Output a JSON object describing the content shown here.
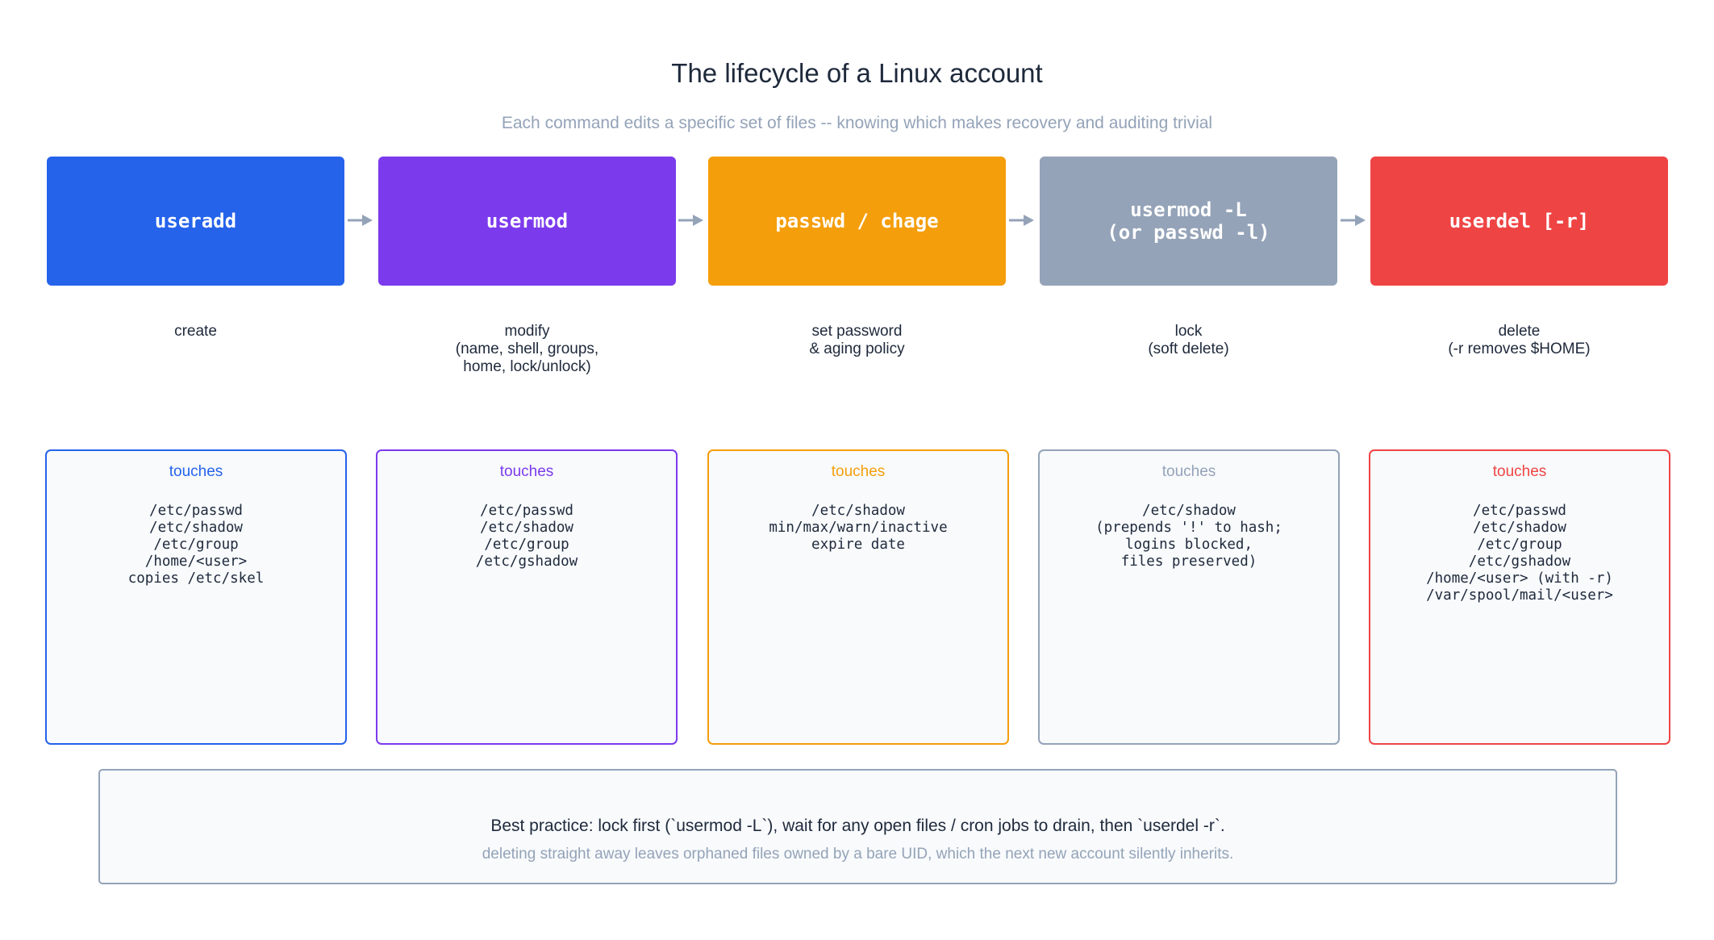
{
  "header": {
    "title": "The lifecycle of a Linux account",
    "subtitle": "Each command edits a specific set of files -- knowing which makes recovery and auditing trivial"
  },
  "colors": {
    "useradd": "#2563eb",
    "usermod": "#7c3aed",
    "passwd": "#f59e0b",
    "lock": "#94a3b8",
    "userdel": "#ef4444",
    "arrow": "#94a3b8",
    "text_dark": "#1e293b",
    "text_muted": "#94a3b8"
  },
  "stages": [
    {
      "command": "useradd",
      "action": "create",
      "touches_label": "touches",
      "files": "/etc/passwd\n/etc/shadow\n/etc/group\n/home/<user>\ncopies /etc/skel"
    },
    {
      "command": "usermod",
      "action": "modify\n(name, shell, groups,\nhome, lock/unlock)",
      "touches_label": "touches",
      "files": "/etc/passwd\n/etc/shadow\n/etc/group\n/etc/gshadow"
    },
    {
      "command": "passwd / chage",
      "action": "set password\n& aging policy",
      "touches_label": "touches",
      "files": "/etc/shadow\nmin/max/warn/inactive\nexpire date"
    },
    {
      "command": "usermod -L\n(or passwd -l)",
      "action": "lock\n(soft delete)",
      "touches_label": "touches",
      "files": "/etc/shadow\n(prepends '!' to hash;\nlogins blocked,\nfiles preserved)"
    },
    {
      "command": "userdel [-r]",
      "action": "delete\n(-r removes $HOME)",
      "touches_label": "touches",
      "files": "/etc/passwd\n/etc/shadow\n/etc/group\n/etc/gshadow\n/home/<user> (with -r)\n/var/spool/mail/<user>"
    }
  ],
  "note": {
    "main": "Best practice: lock first (`usermod -L`), wait for any open files / cron jobs to drain, then `userdel -r`.",
    "sub": "deleting straight away leaves orphaned files owned by a bare UID, which the next new account silently inherits."
  }
}
